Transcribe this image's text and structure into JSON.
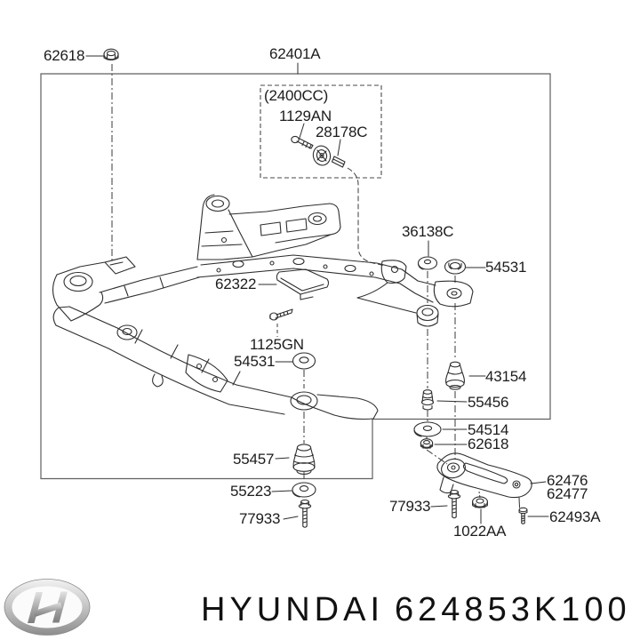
{
  "diagram": {
    "title": "Front subframe crossmember exploded parts diagram",
    "labels": [
      {
        "id": "62618-top",
        "text": "62618"
      },
      {
        "id": "62401A",
        "text": "62401A"
      },
      {
        "id": "engine-variant",
        "text": "(2400CC)"
      },
      {
        "id": "1129AN",
        "text": "1129AN"
      },
      {
        "id": "28178C",
        "text": "28178C"
      },
      {
        "id": "36138C",
        "text": "36138C"
      },
      {
        "id": "54531-right",
        "text": "54531"
      },
      {
        "id": "62322",
        "text": "62322"
      },
      {
        "id": "1125GN",
        "text": "1125GN"
      },
      {
        "id": "54531-mid",
        "text": "54531"
      },
      {
        "id": "43154",
        "text": "43154"
      },
      {
        "id": "55456",
        "text": "55456"
      },
      {
        "id": "54514",
        "text": "54514"
      },
      {
        "id": "62618-low",
        "text": "62618"
      },
      {
        "id": "55457",
        "text": "55457"
      },
      {
        "id": "55223",
        "text": "55223"
      },
      {
        "id": "77933-left",
        "text": "77933"
      },
      {
        "id": "62476",
        "text": "62476"
      },
      {
        "id": "62477",
        "text": "62477"
      },
      {
        "id": "77933-right",
        "text": "77933"
      },
      {
        "id": "62493A",
        "text": "62493A"
      },
      {
        "id": "1022AA",
        "text": "1022AA"
      }
    ]
  },
  "footer": {
    "brand": "HYUNDAI",
    "part_number": "624853K100",
    "logo": "hyundai-logo"
  },
  "colors": {
    "background": "#ffffff",
    "line": "#2e2e2e",
    "box_line": "#5f5f5f",
    "text": "#1c1c1c",
    "logo_metal": "#b0b0b0"
  }
}
